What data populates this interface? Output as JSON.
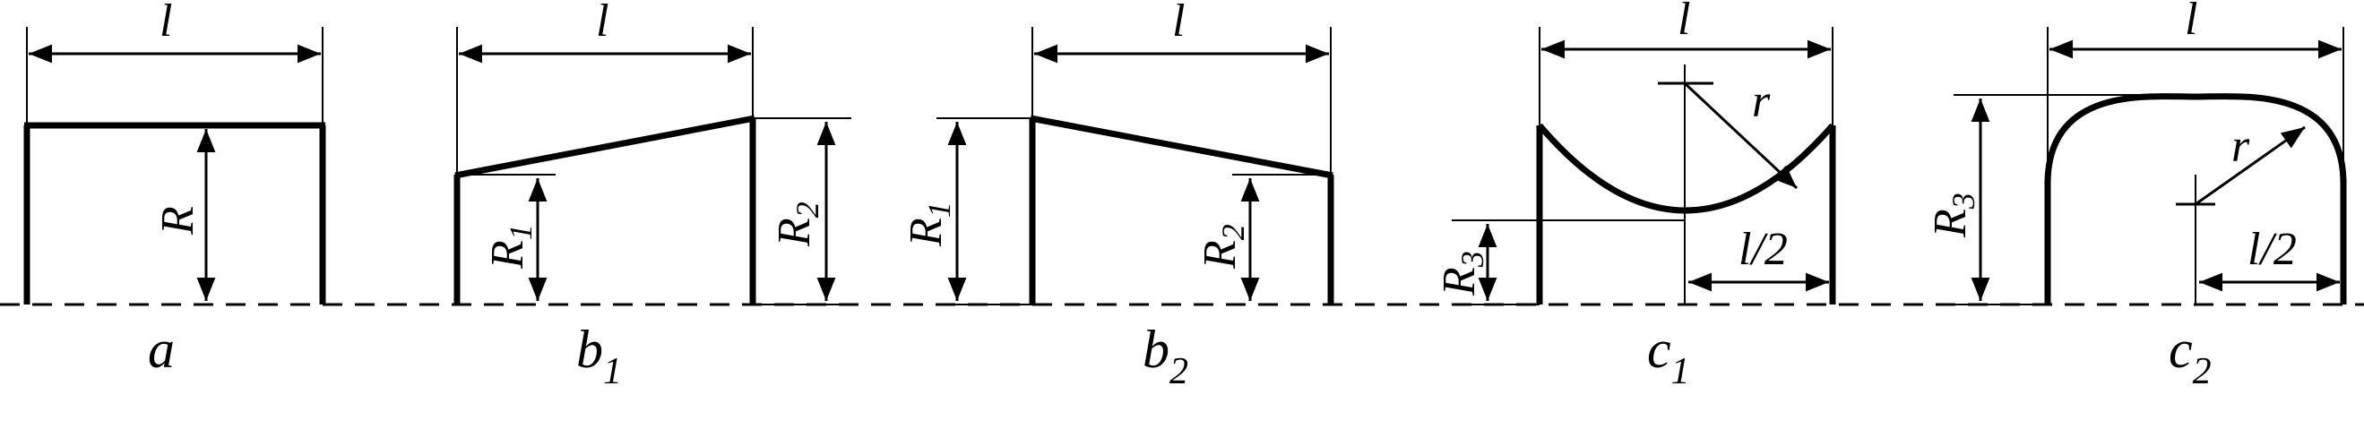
{
  "diagrams": [
    {
      "id": "a",
      "caption": "a",
      "caption_sub": "",
      "width_label": "l",
      "labels": [
        {
          "text": "R",
          "sub": ""
        }
      ]
    },
    {
      "id": "b1",
      "caption": "b",
      "caption_sub": "1",
      "width_label": "l",
      "labels": [
        {
          "text": "R",
          "sub": "1"
        },
        {
          "text": "R",
          "sub": "2"
        }
      ]
    },
    {
      "id": "b2",
      "caption": "b",
      "caption_sub": "2",
      "width_label": "l",
      "labels": [
        {
          "text": "R",
          "sub": "1"
        },
        {
          "text": "R",
          "sub": "2"
        }
      ]
    },
    {
      "id": "c1",
      "caption": "c",
      "caption_sub": "1",
      "width_label": "l",
      "labels": [
        {
          "text": "R",
          "sub": "3"
        },
        {
          "text": "r",
          "sub": ""
        },
        {
          "text": "l/2",
          "sub": ""
        }
      ]
    },
    {
      "id": "c2",
      "caption": "c",
      "caption_sub": "2",
      "width_label": "l",
      "labels": [
        {
          "text": "R",
          "sub": "3"
        },
        {
          "text": "r",
          "sub": ""
        },
        {
          "text": "l/2",
          "sub": ""
        }
      ]
    }
  ],
  "colors": {
    "ink": "#000000",
    "background": "#ffffff"
  }
}
